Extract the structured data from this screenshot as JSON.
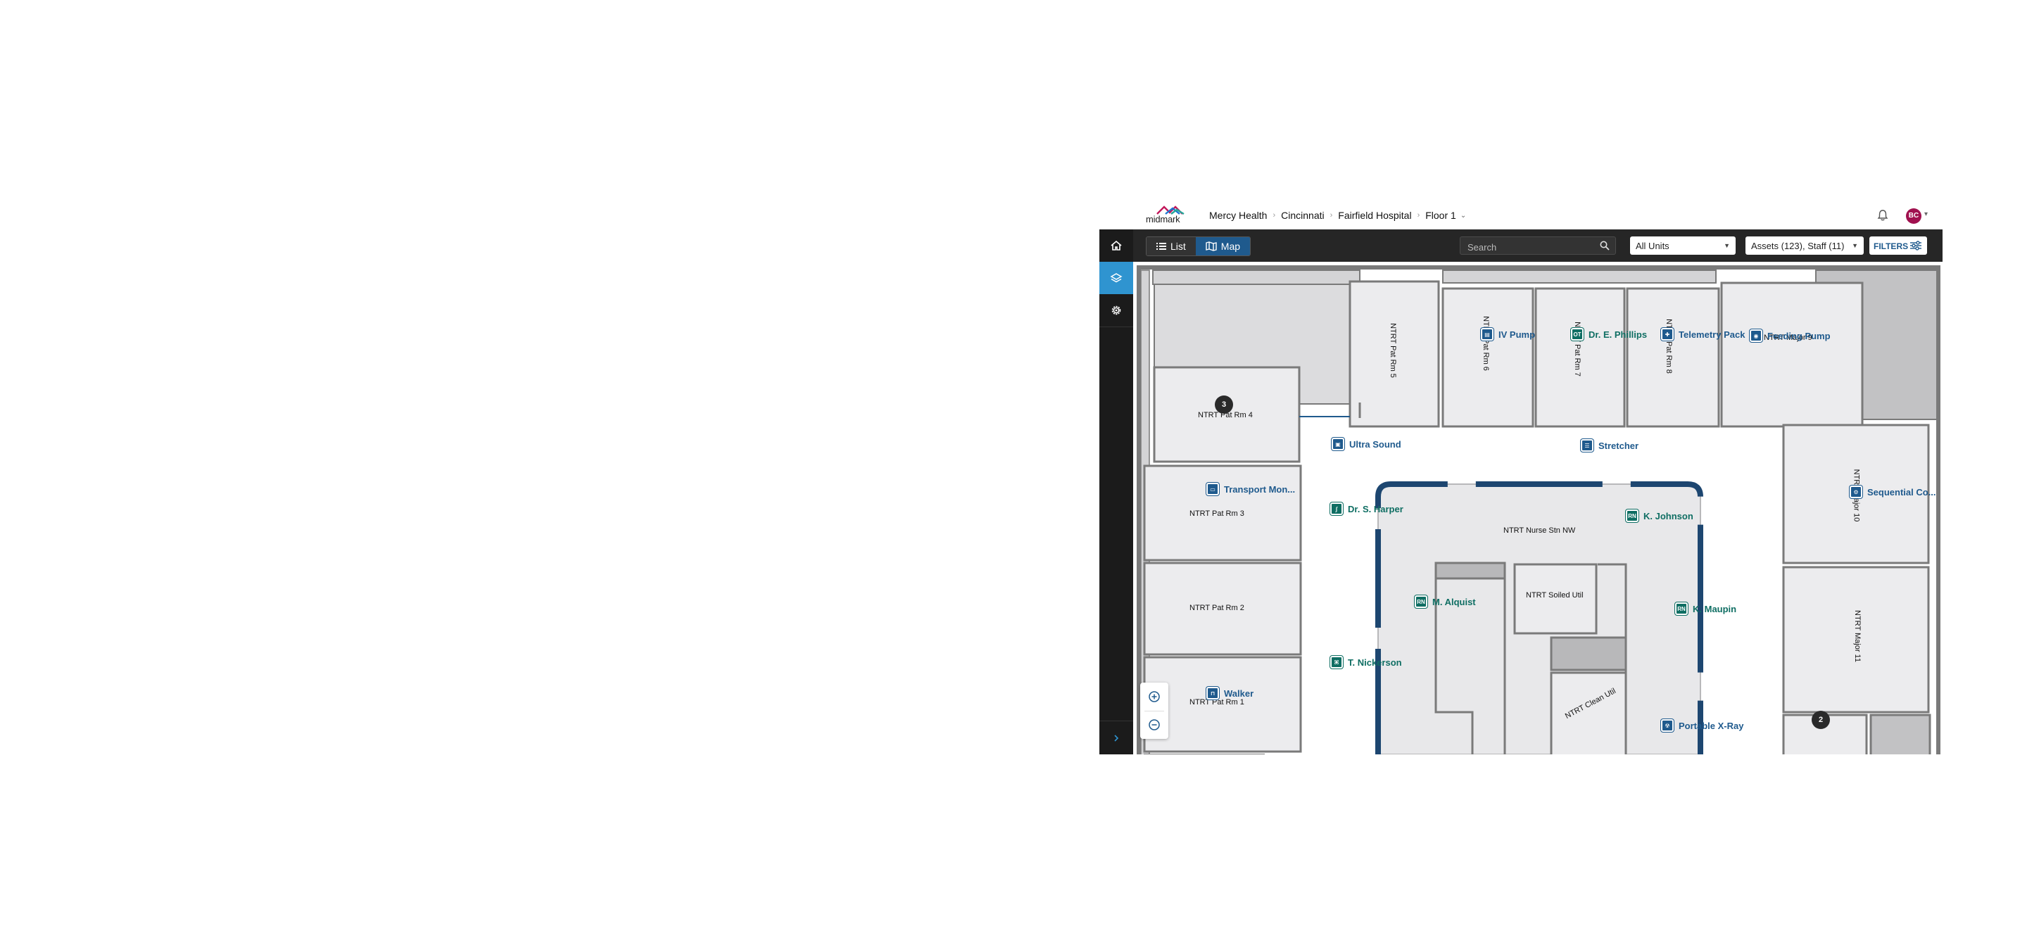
{
  "header": {
    "logo_text": "midmark",
    "breadcrumb": [
      "Mercy Health",
      "Cincinnati",
      "Fairfield Hospital",
      "Floor 1"
    ],
    "avatar_initials": "BC"
  },
  "toolbar": {
    "view_list_label": "List",
    "view_map_label": "Map",
    "active_view": "Map",
    "search_placeholder": "Search",
    "units_value": "All Units",
    "filter_value": "Assets (123), Staff (11)",
    "filters_label": "FILTERS"
  },
  "sidebar": {
    "items": [
      {
        "icon": "home-icon"
      },
      {
        "icon": "layers-icon",
        "active": true
      },
      {
        "icon": "gear-icon"
      }
    ],
    "expand_icon": "chevron-right-icon"
  },
  "map": {
    "rooms": {
      "pat4": "NTRT Pat Rm 4",
      "pat3": "NTRT Pat Rm 3",
      "pat2": "NTRT Pat Rm 2",
      "pat1": "NTRT Pat Rm 1",
      "pat5": "NTRT Pat Rm 5",
      "pat6": "NTRT Pat Rm 6",
      "pat7": "NTRT Pat Rm 7",
      "pat8": "NTRT Pat Rm 8",
      "major9": "NTRT Major 9",
      "major10": "NTRT Major 10",
      "major11": "NTRT Major 11",
      "nurse": "NTRT Nurse Stn NW",
      "soiled": "NTRT Soiled Util",
      "clean": "NTRT Clean Util"
    },
    "markers": [
      {
        "label": "IV Pump",
        "type": "asset",
        "icon": "iv-pump-icon"
      },
      {
        "label": "Dr. E. Phillips",
        "type": "staff",
        "badge": "OT"
      },
      {
        "label": "Telemetry Pack",
        "type": "asset",
        "icon": "telemetry-icon"
      },
      {
        "label": "Feeding Pump",
        "type": "asset",
        "icon": "feeding-pump-icon"
      },
      {
        "label": "Ultra Sound",
        "type": "asset",
        "icon": "ultrasound-icon"
      },
      {
        "label": "Stretcher",
        "type": "asset",
        "icon": "stretcher-icon"
      },
      {
        "label": "Transport Mon...",
        "type": "asset",
        "icon": "monitor-icon"
      },
      {
        "label": "Sequential Co...",
        "type": "asset",
        "icon": "sequential-compression-icon"
      },
      {
        "label": "Dr. S. Harper",
        "type": "staff",
        "icon": "stethoscope-icon"
      },
      {
        "label": "K. Johnson",
        "type": "staff",
        "badge": "RN"
      },
      {
        "label": "M. Alquist",
        "type": "staff",
        "badge": "RN"
      },
      {
        "label": "K. Maupin",
        "type": "staff",
        "badge": "RN"
      },
      {
        "label": "T. Nickerson",
        "type": "staff",
        "icon": "tech-icon"
      },
      {
        "label": "Walker",
        "type": "asset",
        "icon": "walker-icon"
      },
      {
        "label": "Portable X-Ray",
        "type": "asset",
        "icon": "xray-icon"
      }
    ],
    "clusters": [
      "3",
      "2"
    ]
  },
  "colors": {
    "toolbar_bg": "#262626",
    "sidebar_bg": "#1b1b1b",
    "sidebar_active": "#2f94d0",
    "asset_blue": "#1f5a8d",
    "staff_teal": "#0f6e63",
    "nurse_station_wall": "#1d4670"
  }
}
